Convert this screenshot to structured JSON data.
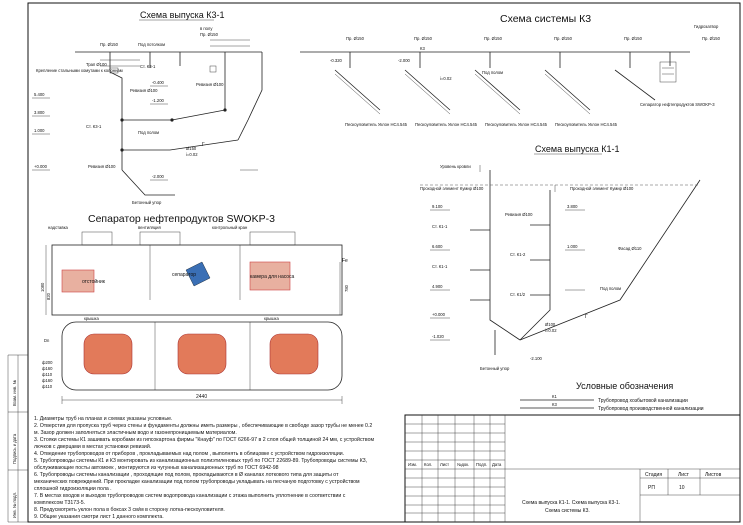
{
  "titles": {
    "outlet_k31": "Схема выпуска К3-1",
    "system_k3": "Схема системы К3",
    "outlet_k11": "Схема выпуска К1-1",
    "separator": "Сепаратор нефтепродуктов SWOKP-3",
    "legend": "Условные обозначения"
  },
  "legend": {
    "items": [
      {
        "code": "К1",
        "text": "Трубопровод хозбытовой канализации"
      },
      {
        "code": "К3",
        "text": "Трубопровод производственной канализации"
      }
    ]
  },
  "separator_labels": {
    "nadstavka": "надставка",
    "ventilyaciya": "вентиляция",
    "kontrolny_kran": "контрольный кран",
    "otstoynik": "отстойник",
    "separator": "сепаратор",
    "kamera": "камера для насоса",
    "kryshka_top": "крышка",
    "kryshka_bottom": "крышка",
    "fe": "Fe",
    "dim_1080": "1080",
    "dim_820": "820",
    "dim_780": "780",
    "dim_2440": "2440",
    "dn": "Dn",
    "pipe_dims": [
      "ф200",
      "ф160",
      "ф110",
      "ф160",
      "ф110"
    ]
  },
  "k31_labels": {
    "pr150": "Пр. Ø150",
    "pr150b": "Пр. Ø150",
    "pod_potolkom": "Под потолком",
    "pod_polom": "Под полом",
    "v_polu": "в полу",
    "krep": "Крепление стальными хомутами к колоннам",
    "trap": "Трап Ø100",
    "st1": "Ст. К3-1",
    "rev1": "Ревизия Ø100",
    "st2": "Ст. К3-1",
    "rev2": "Ревизия Ø100",
    "rev3": "Ревизия Ø100",
    "beton": "Бетонный упор",
    "l1": "Ø150",
    "l2": "i=0.02",
    "e1": "5.400",
    "e2": "3.800",
    "e3": "1.000",
    "e4": "+0.000",
    "e5": "-0.400",
    "e6": "-1.200",
    "e7": "-2.000",
    "g": "Г"
  },
  "k3_labels": {
    "pr1": "Пр. Ø150",
    "pr2": "Пр. Ø150",
    "pr3": "Пр. Ø150",
    "pr4": "Пр. Ø150",
    "pr5": "Пр. Ø150",
    "pr6": "Пр. Ø150",
    "sep_label": "Сепаратор нефтепродуктов SWOKP-3",
    "ugol": "Пескоуловитель Уклон HC4.545",
    "pod_polom": "Под полом",
    "k3": "К3",
    "e1": "-2.000",
    "e2": "-0.320",
    "e3": "i=0.02",
    "gidro": "Гидрозатвор"
  },
  "k11_labels": {
    "urov": "Уровень кровли",
    "prohod": "Проходной элемент Кумир Ø100",
    "prohod2": "Проходной элемент Кумир Ø100",
    "e1": "9.100",
    "e2": "6.600",
    "e3": "4.900",
    "e4": "3.800",
    "e5": "1.000",
    "e6": "+0.000",
    "e7": "-1.020",
    "e8": "-2.100",
    "rev": "Ревизия Ø100",
    "st1": "Ст. К1-1",
    "st2": "Ст. К1-2",
    "st3": "Ст. К1-1",
    "st4": "Ст. К1/2",
    "fasad": "Фасад Ø110",
    "pod_polom": "Под полом",
    "beton": "Бетонный упор",
    "g": "Г",
    "d": "Ø100",
    "i": "i=0.02"
  },
  "side_labels": [
    "Взам. инв. №",
    "Подпись и дата",
    "Инв. № подл."
  ],
  "notes": [
    "1. Диаметры труб на планах и схемах указаны условные.",
    "2. Отверстия для пропуска труб через стены и фундаменты должны иметь размеры , обеспечивающие в свободе зазор трубы не менее  0.2",
    "м. Зазор должен заполняться эластичным водо и газонепроницаемым материалом.",
    "3. Стояки системы К1 зашивать коробами из гипсокартона фирмы  \"Кнауф\" по ГОСТ 6266-97 в 2 слоя общей толщиной 24 мм, с устройством",
    "лючков с дверцами в местах установки ревизий.",
    "4. Отведение трубопроводов от приборов , прокладываемых над полом , выполнять в облицовке с устройством гидроизоляции.",
    "5. Трубопроводы системы К1 и К3 монтировать из канализационных полиэтиленовых труб по ГОСТ   22689-89. Трубопроводы системы К3,",
    "обслуживающие посты автомоек , монтируются из чугунных канализационных труб по ГОСТ  6942-98",
    "6. Трубопроводы системы канализации , проходящие под полом, прокладываются в  Ø каналах лоткового типа для защиты от",
    "механических повреждений. При прокладке канализации под полом трубопроводы укладывать на песчаную подготовку с устройством",
    "сплошной гидроизоляции пола .",
    "7. В местах входов и выходов трубопроводов систем водопровода канализации с   этажа выполнить уплотнение в соответствии с",
    "комплексом Т3173-5.",
    "8. Предусмотреть уклон пола в боксах  3 см/м  в сторону лотка-пескоуловителя.",
    "9. Общие указания смотри лист  1 данного комплекта."
  ],
  "title_block": {
    "headers": [
      "Изм.",
      "Кол.",
      "Лист",
      "№док.",
      "Подп.",
      "Дата"
    ],
    "stage_label": "Стадия",
    "sheet_label": "Лист",
    "sheets_label": "Листов",
    "stage": "РП",
    "sheet": "10",
    "sheets": "",
    "title_line1": "Схема выпуска К1-1. Схема выпуска К3-1.",
    "title_line2": "Схема системы К3."
  }
}
